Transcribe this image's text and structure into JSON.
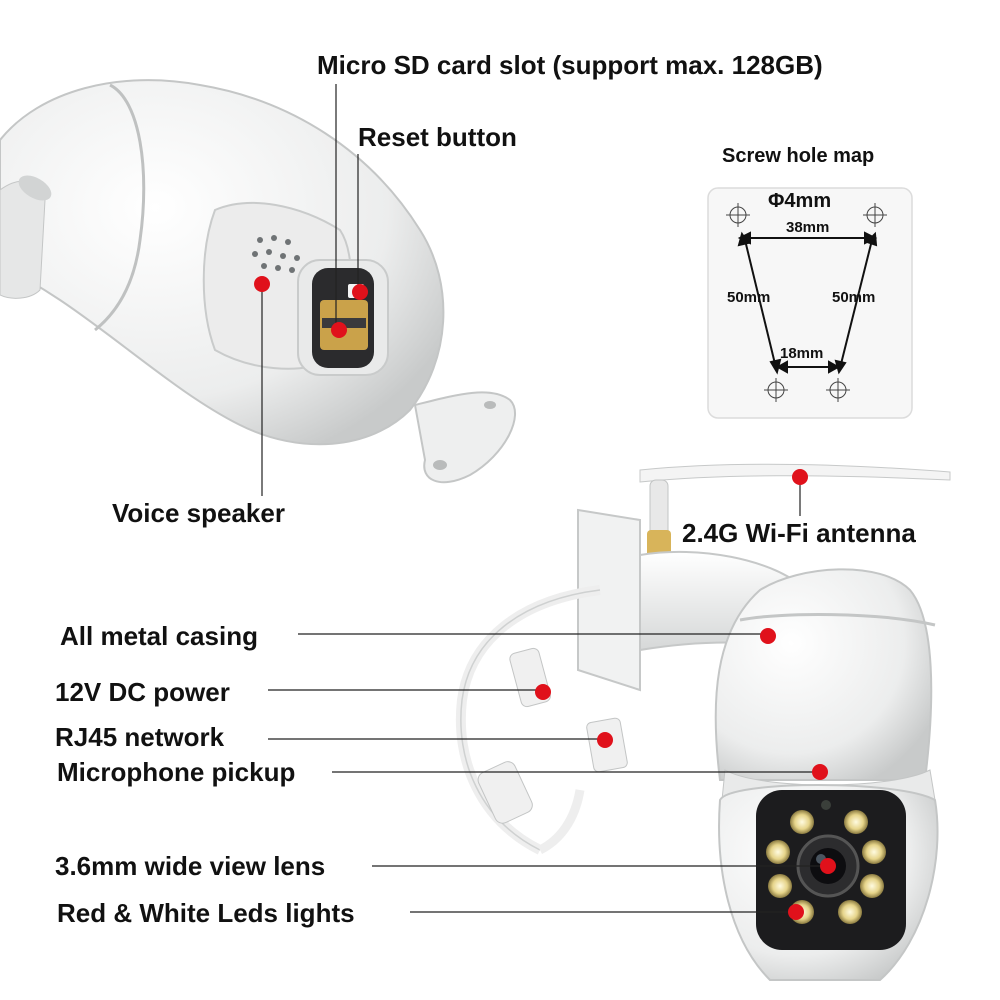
{
  "callouts": {
    "sd_slot": "Micro SD card slot (support max. 128GB)",
    "reset": "Reset button",
    "speaker": "Voice speaker",
    "antenna": "2.4G Wi-Fi antenna",
    "casing": "All metal casing",
    "power": "12V DC power",
    "rj45": "RJ45 network",
    "mic": "Microphone pickup",
    "lens": "3.6mm wide view lens",
    "leds": "Red & White Leds lights"
  },
  "screw_map": {
    "title": "Screw hole map",
    "hole_diameter": "Φ4mm",
    "top_spacing": "38mm",
    "left_height": "50mm",
    "right_height": "50mm",
    "bottom_spacing": "18mm"
  },
  "colors": {
    "marker": "#e0111b",
    "line": "#222222",
    "camera_body": "#f2f3f2",
    "camera_shadow": "#c9cbcb",
    "lens_panel": "#1c1c1e"
  }
}
